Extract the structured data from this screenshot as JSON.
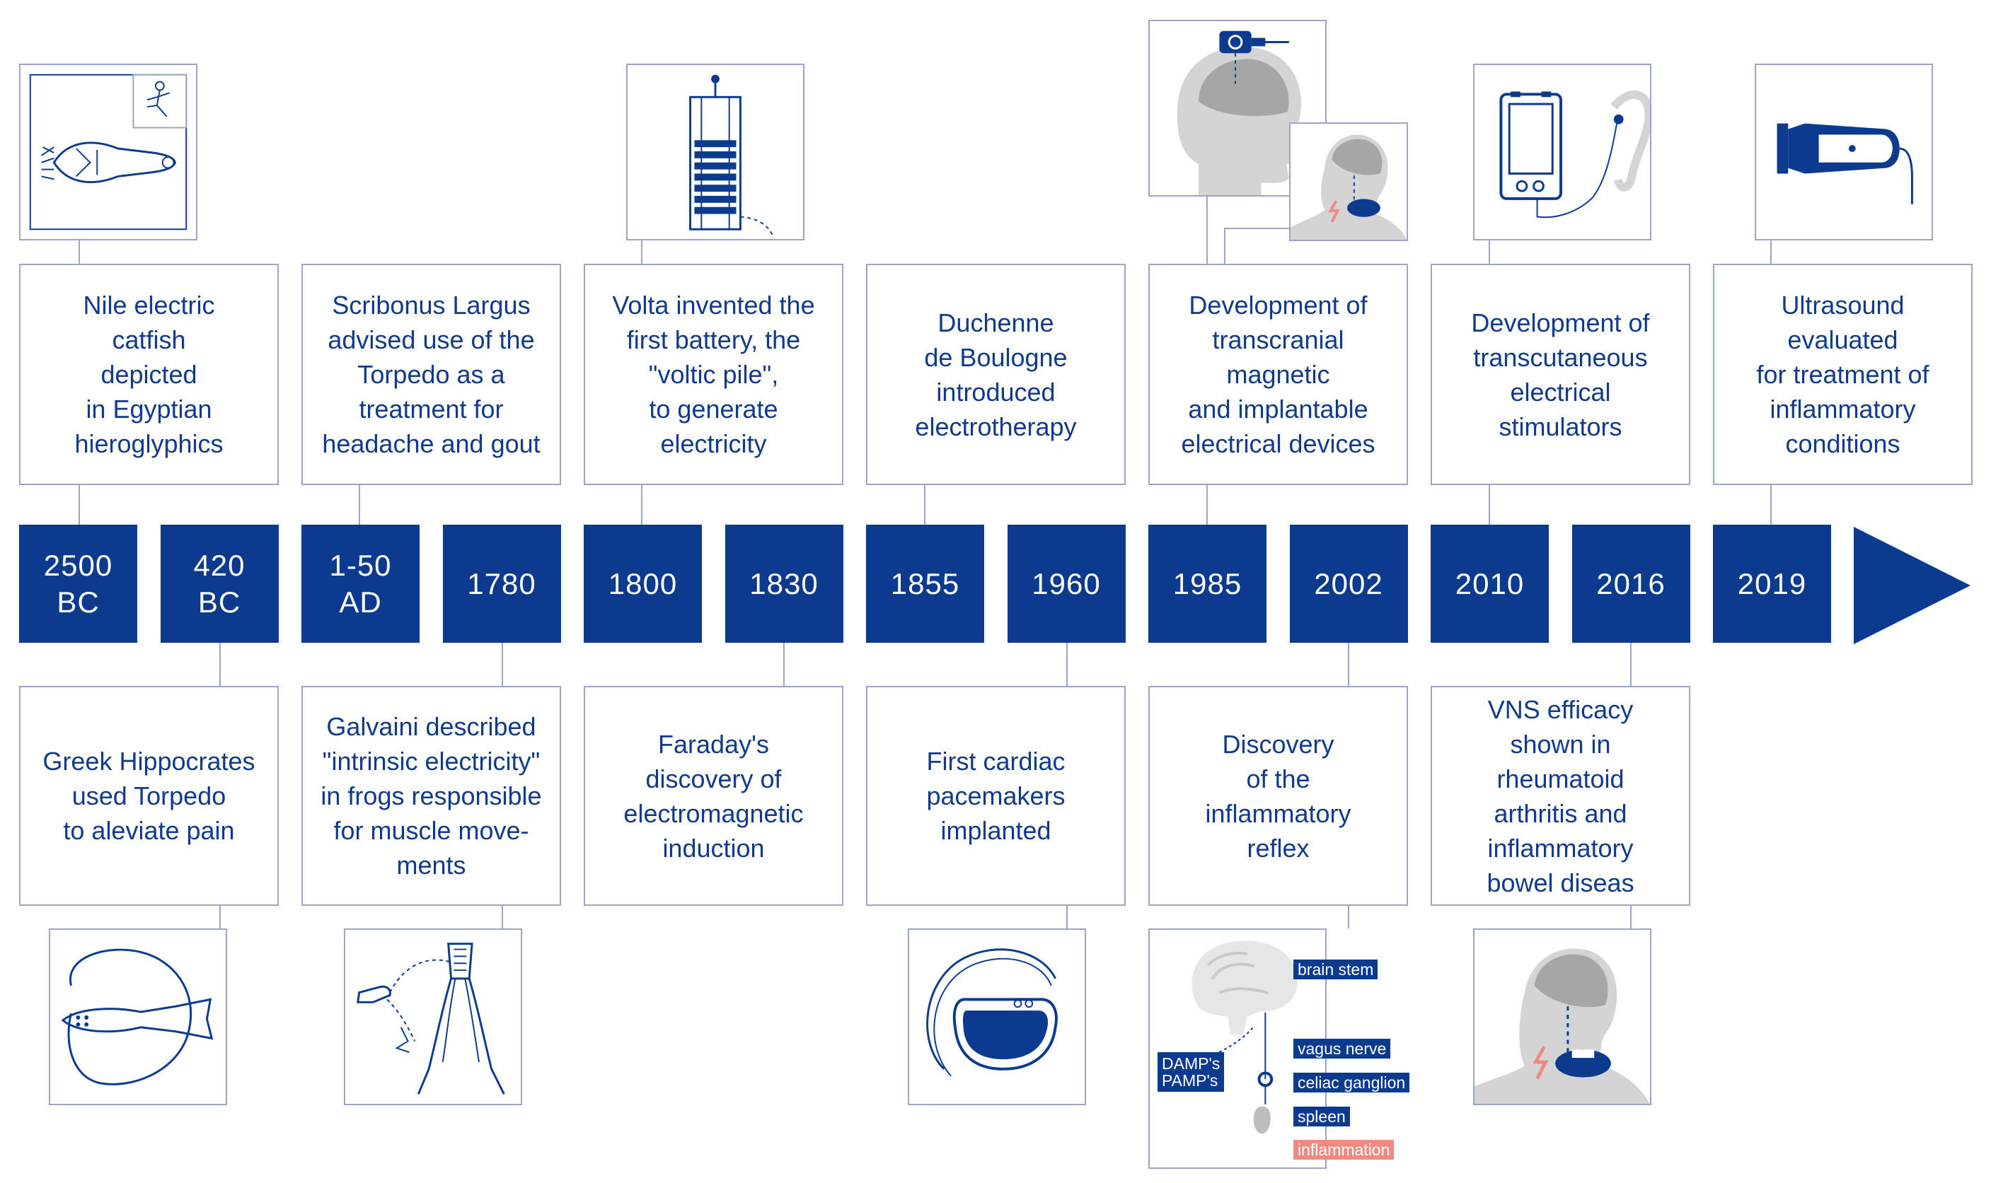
{
  "colors": {
    "brand_blue": "#0b3a8f",
    "box_border": "#9aa6c4",
    "inflammation_red": "#f08a80",
    "tissue_gray": "#d4d4d4"
  },
  "years": [
    "2500\nBC",
    "420\nBC",
    "1-50\nAD",
    "1780",
    "1800",
    "1830",
    "1855",
    "1960",
    "1985",
    "2002",
    "2010",
    "2016",
    "2019"
  ],
  "top_events": [
    "Nile electric\ncatfish\ndepicted\nin Egyptian\nhieroglyphics",
    "Scribonus Largus\nadvised use of the\nTorpedo as a\ntreatment for\nheadache and gout",
    "Volta invented the\nfirst battery, the\n\"voltic pile\",\nto generate\nelectricity",
    "Duchenne\nde Boulogne\nintroduced\nelectrotherapy",
    "Development of\ntranscranial\nmagnetic\nand implantable\nelectrical devices",
    "Development of\ntranscutaneous\nelectrical\nstimulators",
    "Ultrasound\nevaluated\nfor treatment of\ninflammatory\nconditions"
  ],
  "bottom_events": [
    "Greek Hippocrates\nused Torpedo\nto aleviate pain",
    "Galvaini described\n\"intrinsic electricity\"\nin frogs responsible\nfor muscle move-\nments",
    "Faraday's\ndiscovery of\nelectromagnetic\ninduction",
    "First cardiac\npacemakers\nimplanted",
    "Discovery\nof the\ninflammatory\nreflex",
    "VNS efficacy\nshown in\nrheumatoid\narthritis and\ninflammatory\nbowel diseas"
  ],
  "reflex_labels": {
    "brain_stem": "brain stem",
    "damp_pamp": "DAMP's\nPAMP's",
    "vagus_nerve": "vagus nerve",
    "celiac_ganglion": "celiac ganglion",
    "spleen": "spleen",
    "inflammation": "inflammation"
  },
  "icons": {
    "catfish": "catfish-hieroglyph-icon",
    "battery": "voltaic-pile-icon",
    "tms": "transcranial-head-icon",
    "implant": "neck-implant-icon",
    "tens": "tens-device-ear-icon",
    "ultrasound": "ultrasound-probe-icon",
    "torpedo": "torpedo-fish-icon",
    "frog": "frog-legs-icon",
    "pacemaker": "pacemaker-icon",
    "reflex": "inflammatory-reflex-brain-icon",
    "vns": "vns-neck-cuff-icon"
  }
}
